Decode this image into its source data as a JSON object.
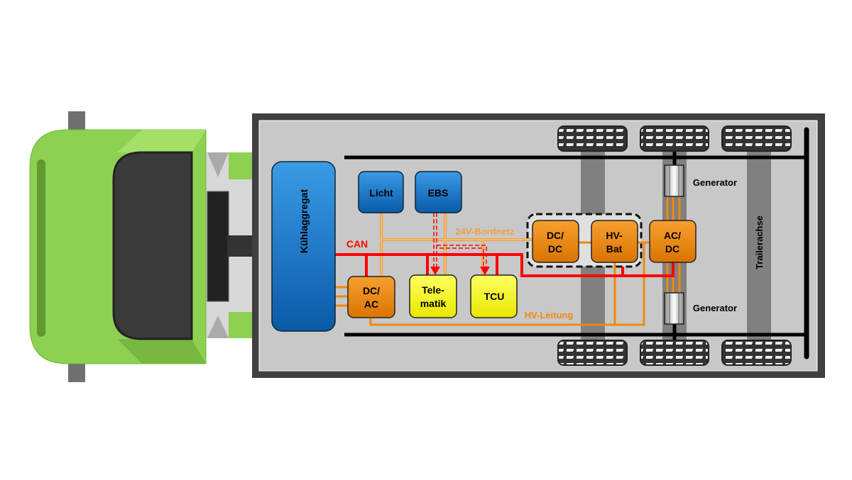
{
  "components": {
    "kuehlaggregat": "Kühlaggregat",
    "licht": "Licht",
    "ebs": "EBS",
    "dcac_1": "DC/",
    "dcac_2": "AC",
    "telematik_1": "Tele-",
    "telematik_2": "matik",
    "tcu": "TCU",
    "dcdc_1": "DC/",
    "dcdc_2": "DC",
    "hvbat_1": "HV-",
    "hvbat_2": "Bat",
    "acdc_1": "AC/",
    "acdc_2": "DC",
    "generator_top": "Generator",
    "generator_bottom": "Generator",
    "trailerachse": "Trailerachse"
  },
  "lines": {
    "can": "CAN",
    "bordnetz": "24V-Bordnetz",
    "hv": "HV-Leitung"
  },
  "colors": {
    "cab": "#8dd152",
    "control_unit_blue": "#0b6fc4",
    "power_orange": "#f0890a",
    "sensor_yellow": "#ffff00",
    "can_red": "#ff0000",
    "wire_orange": "#f0a040",
    "trailer_bg": "#c8c8c8"
  }
}
